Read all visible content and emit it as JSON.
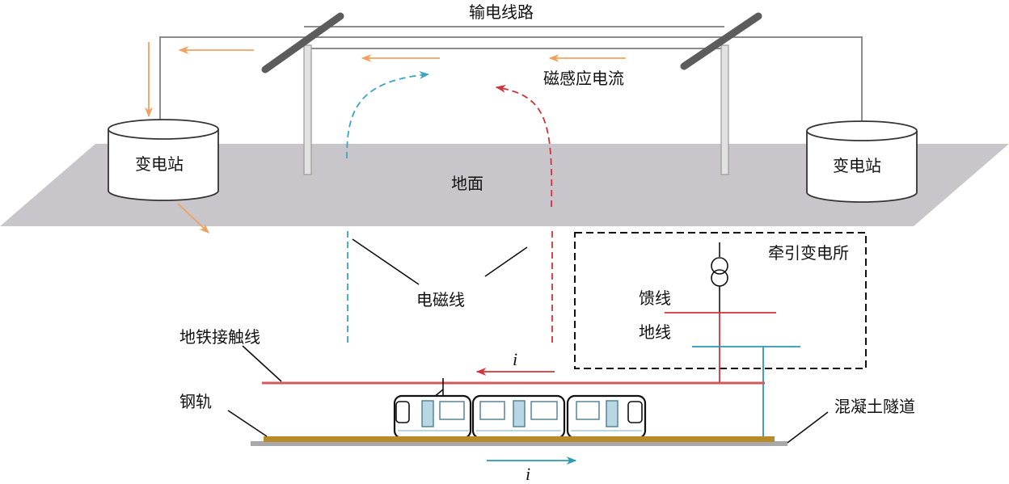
{
  "labels": {
    "power_line": "输电线路",
    "induced_current": "磁感应电流",
    "substation_left": "变电站",
    "substation_right": "变电站",
    "ground": "地面",
    "traction_substation": "牵引变电所",
    "feeder": "馈线",
    "ground_wire": "地线",
    "field_lines": "电磁线",
    "contact_line": "地铁接触线",
    "rail": "钢轨",
    "tunnel": "混凝土隧道",
    "current_upper": "i",
    "current_lower": "i"
  },
  "colors": {
    "ground_plane": "#c8c6cb",
    "power_line": "#8c8c8c",
    "crossarm": "#5c5c5c",
    "induced_arrow": "#f0a060",
    "field_cyan": "#3aa6c4",
    "field_red": "#d2323c",
    "contact_line": "#d05a5a",
    "rail": "#b88a2a",
    "rail_base": "#a8a8a8",
    "ground_wire": "#2a9ab0",
    "train_window": "#b9d7e3"
  }
}
